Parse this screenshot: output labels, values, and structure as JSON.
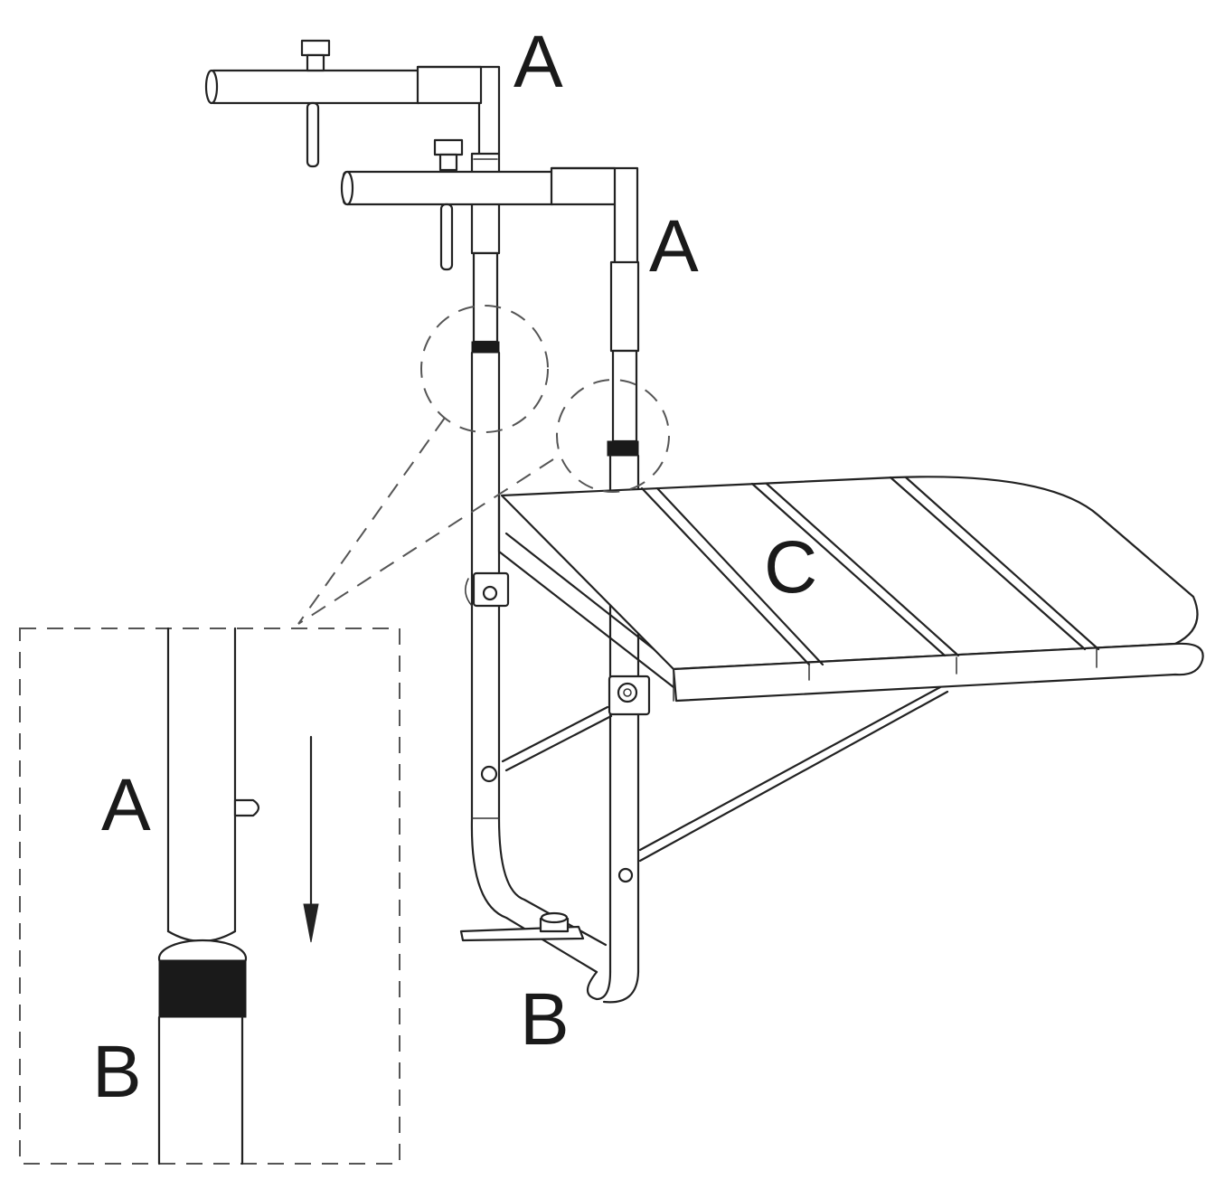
{
  "labels": {
    "a_top": "A",
    "a_middle": "A",
    "c_table": "C",
    "b_bottom": "B",
    "a_detail": "A",
    "b_detail": "B"
  }
}
